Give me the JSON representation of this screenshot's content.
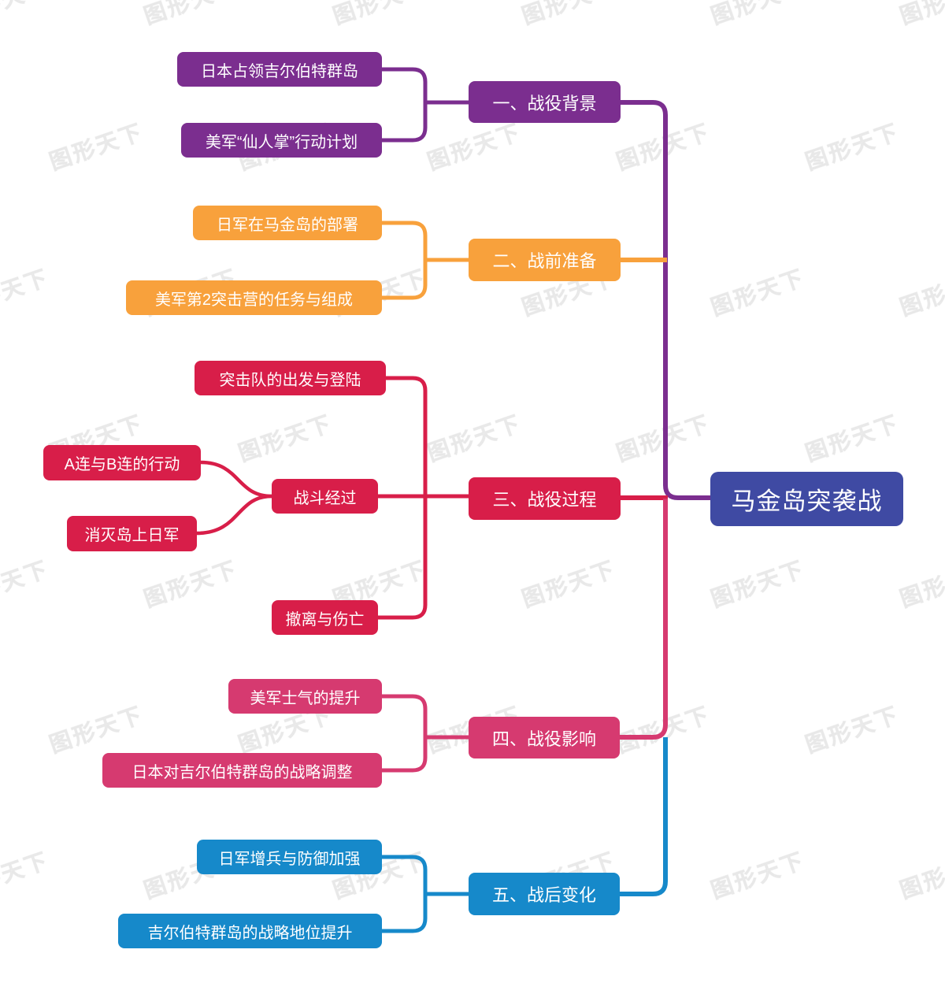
{
  "watermark": {
    "text": "图形天下"
  },
  "colors": {
    "branch1": "#7B2E8F",
    "branch2": "#F8A13C",
    "branch3": "#D81E49",
    "branch4": "#D63A70",
    "branch5": "#1689CA",
    "root": "#3F4AA3",
    "background": "#FFFFFF",
    "node_text": "#FFFFFF"
  },
  "root": {
    "label": "马金岛突袭战"
  },
  "branches": [
    {
      "label": "一、战役背景",
      "color": "#7B2E8F",
      "children": [
        {
          "label": "日本占领吉尔伯特群岛"
        },
        {
          "label": "美军“仙人掌”行动计划"
        }
      ]
    },
    {
      "label": "二、战前准备",
      "color": "#F8A13C",
      "children": [
        {
          "label": "日军在马金岛的部署"
        },
        {
          "label": "美军第2突击营的任务与组成"
        }
      ]
    },
    {
      "label": "三、战役过程",
      "color": "#D81E49",
      "children": [
        {
          "label": "突击队的出发与登陆"
        },
        {
          "label": "战斗经过",
          "children": [
            {
              "label": "A连与B连的行动"
            },
            {
              "label": "消灭岛上日军"
            }
          ]
        },
        {
          "label": "撤离与伤亡"
        }
      ]
    },
    {
      "label": "四、战役影响",
      "color": "#D63A70",
      "children": [
        {
          "label": "美军士气的提升"
        },
        {
          "label": "日本对吉尔伯特群岛的战略调整"
        }
      ]
    },
    {
      "label": "五、战后变化",
      "color": "#1689CA",
      "children": [
        {
          "label": "日军增兵与防御加强"
        },
        {
          "label": "吉尔伯特群岛的战略地位提升"
        }
      ]
    }
  ]
}
